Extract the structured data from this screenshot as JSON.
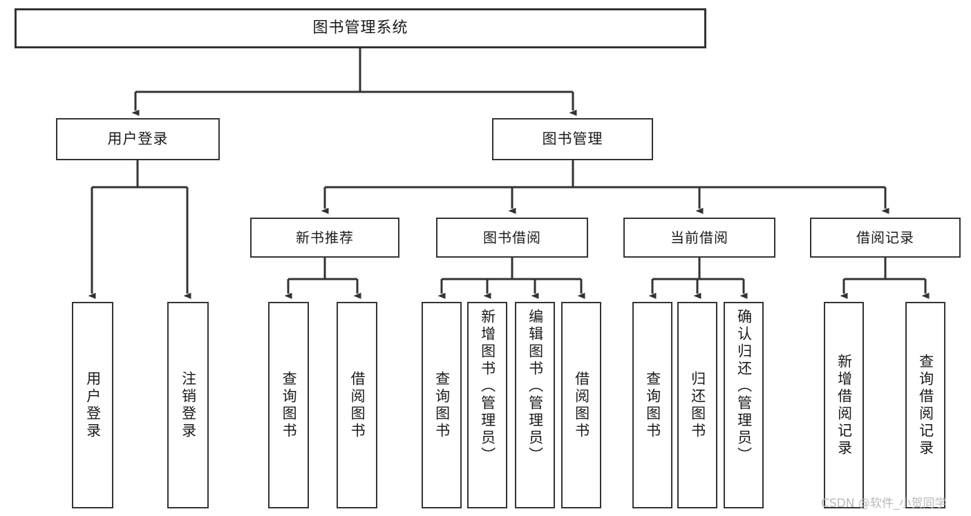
{
  "diagram": {
    "title": "图书管理系统",
    "type": "tree-hierarchy",
    "orientation": "top-down",
    "colors": {
      "box_border": "#333333",
      "box_fill": "#ffffff",
      "connector": "#333333",
      "text": "#1a1a1a",
      "watermark": "#b9b9b9",
      "background": "#ffffff"
    },
    "root": {
      "label": "图书管理系统"
    },
    "level2": [
      {
        "label": "用户登录"
      },
      {
        "label": "图书管理"
      }
    ],
    "level3": [
      {
        "label": "新书推荐"
      },
      {
        "label": "图书借阅"
      },
      {
        "label": "当前借阅"
      },
      {
        "label": "借阅记录"
      }
    ],
    "leaves": {
      "user_login": [
        {
          "label": "用户登录"
        },
        {
          "label": "注销登录"
        }
      ],
      "new_book_recommend": [
        {
          "label": "查询图书"
        },
        {
          "label": "借阅图书"
        }
      ],
      "book_borrow": [
        {
          "label": "查询图书"
        },
        {
          "label": "新增图书（管理员）"
        },
        {
          "label": "编辑图书（管理员）"
        },
        {
          "label": "借阅图书"
        }
      ],
      "current_borrow": [
        {
          "label": "查询图书"
        },
        {
          "label": "归还图书"
        },
        {
          "label": "确认归还（管理员）"
        }
      ],
      "borrow_record": [
        {
          "label": "新增借阅记录"
        },
        {
          "label": "查询借阅记录"
        }
      ]
    }
  },
  "watermark": {
    "text": "CSDN @软件_小贺同学"
  }
}
